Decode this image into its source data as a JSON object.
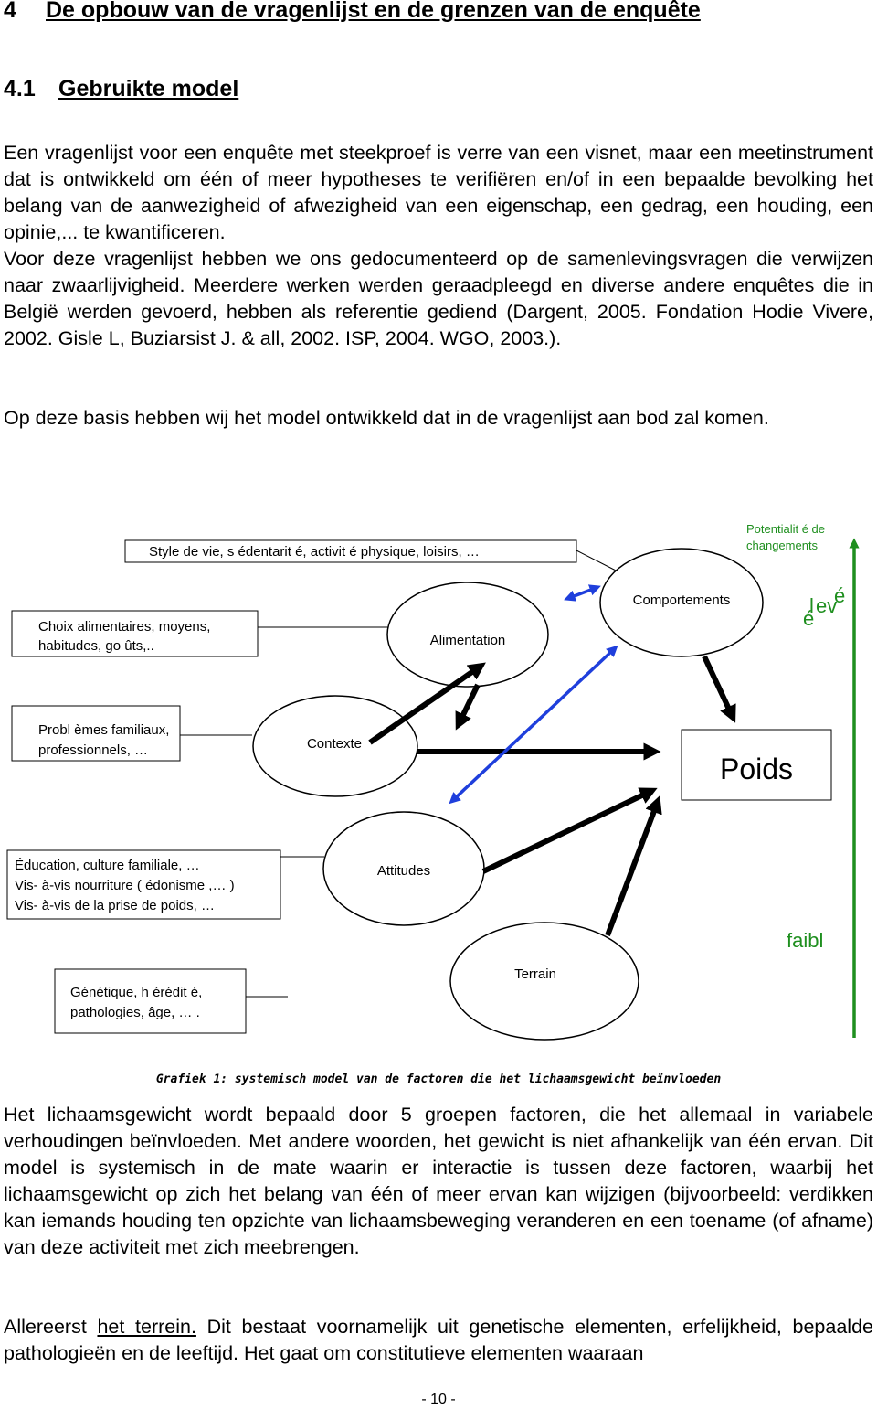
{
  "heading": {
    "number": "4",
    "title": "De opbouw van de vragenlijst en de grenzen van de enquête"
  },
  "subheading": {
    "number": "4.1",
    "title": "Gebruikte model"
  },
  "paragraphs": {
    "p1": "Een vragenlijst voor een enquête met steekproef is verre van een visnet, maar een meetinstrument dat is ontwikkeld om één of meer hypotheses te verifiëren en/of in een bepaalde bevolking het belang van de aanwezigheid of afwezigheid van een eigenschap, een gedrag, een houding, een opinie,... te kwantificeren.",
    "p2": "Voor deze vragenlijst hebben we ons gedocumenteerd op de samenlevingsvragen die verwijzen naar zwaarlijvigheid. Meerdere werken werden geraadpleegd en diverse andere enquêtes die in België werden gevoerd, hebben als referentie gediend (Dargent, 2005. Fondation Hodie Vivere, 2002. Gisle L, Buziarsist J. & all, 2002. ISP, 2004. WGO, 2003.).",
    "p3": "Op deze basis hebben wij het model ontwikkeld dat in de vragenlijst aan bod zal komen.",
    "p4": "Het lichaamsgewicht wordt bepaald door 5 groepen factoren, die het allemaal in variabele verhoudingen beïnvloeden. Met andere woorden, het gewicht is niet afhankelijk van één ervan. Dit model is systemisch in de mate waarin er interactie is tussen deze factoren, waarbij het lichaamsgewicht op zich het belang van één of meer ervan kan wijzigen (bijvoorbeeld: verdikken kan iemands houding ten opzichte van lichaamsbeweging veranderen en een toename (of afname) van deze activiteit met zich meebrengen.",
    "p5_start": "Allereerst ",
    "p5_link": "het terrein.",
    "p5_rest": " Dit bestaat voornamelijk uit genetische elementen, erfelijkheid, bepaalde pathologieën en de leeftijd. Het gaat om constitutieve elementen waaraan"
  },
  "diagram": {
    "boxes": {
      "style": "Style de vie, s   édentarit  é, activit  é physique, loisirs,   …",
      "choix_1": "Choix alimentaires, moyens,",
      "choix_2": "habitudes, go   ûts,..",
      "problemes_1": "Probl èmes familiaux,",
      "problemes_2": "professionnels,   …",
      "education_1": "Éducation, culture familiale,      …",
      "education_2": "Vis- à-vis nourriture (   édonisme  ,… )",
      "education_3": "Vis- à-vis de la prise de poids,    …",
      "genetique_1": "Génétique, h  érédit é,",
      "genetique_2": "pathologies,    âge, … .",
      "poids": "Poids"
    },
    "ellipses": {
      "comportements": "Comportements",
      "alimentation": "Alimentation",
      "contexte": "Contexte",
      "attitudes": "Attitudes",
      "terrain": "Terrain"
    },
    "scale": {
      "top_1": "Potentialit  é de",
      "top_2": "changements",
      "high_l": "l",
      "high_e_acute": "é",
      "high_ev": "ev",
      "high_e_low": "é",
      "low": "faibl"
    },
    "colors": {
      "green": "#1f8f1f",
      "blue": "#1f3fdc",
      "black": "#000000"
    }
  },
  "caption": "Grafiek 1: systemisch model van de factoren die het lichaamsgewicht beïnvloeden",
  "footer": "- 10 -"
}
